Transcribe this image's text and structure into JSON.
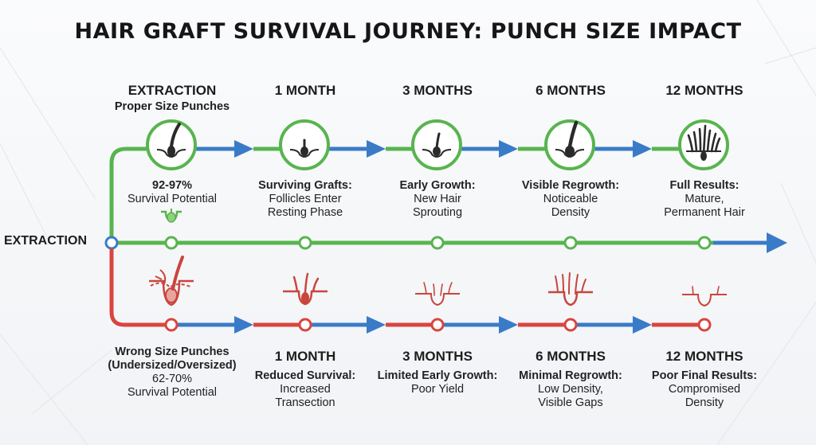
{
  "title": "HAIR GRAFT SURVIVAL JOURNEY: PUNCH SIZE IMPACT",
  "start_label": "EXTRACTION",
  "proper": {
    "stages": [
      {
        "header": "EXTRACTION",
        "subheader": "Proper Size Punches",
        "heading": "92-97%",
        "detail": [
          "Survival Potential"
        ]
      },
      {
        "header": "1 MONTH",
        "heading": "Surviving Grafts:",
        "detail": [
          "Follicles Enter",
          "Resting Phase"
        ]
      },
      {
        "header": "3 MONTHS",
        "heading": "Early Growth:",
        "detail": [
          "New Hair",
          "Sprouting"
        ]
      },
      {
        "header": "6 MONTHS",
        "heading": "Visible Regrowth:",
        "detail": [
          "Noticeable",
          "Density"
        ]
      },
      {
        "header": "12 MONTHS",
        "heading": "Full Results:",
        "detail": [
          "Mature,",
          "Permanent Hair"
        ]
      }
    ]
  },
  "wrong": {
    "stages": [
      {
        "heading": [
          "Wrong Size Punches",
          "(Undersized/Oversized)"
        ],
        "detail": [
          "62-70%",
          "Survival Potential"
        ]
      },
      {
        "header": "1 MONTH",
        "heading": "Reduced Survival:",
        "detail": [
          "Increased",
          "Transection"
        ]
      },
      {
        "header": "3 MONTHS",
        "heading": "Limited Early Growth:",
        "detail": [
          "Poor Yield"
        ]
      },
      {
        "header": "6 MONTHS",
        "heading": "Minimal Regrowth:",
        "detail": [
          "Low Density,",
          "Visible Gaps"
        ]
      },
      {
        "header": "12 MONTHS",
        "heading": "Poor Final Results:",
        "detail": [
          "Compromised",
          "Density"
        ]
      }
    ]
  },
  "colors": {
    "proper_green": "#58b44f",
    "flow_blue": "#3a7bc8",
    "wrong_red": "#d9453e",
    "follicle_dark": "#2a2a2a",
    "red_follicle": "#c8463d"
  },
  "icons": {
    "proper": "follicle-in-circle-icon",
    "wrong": "damaged-follicle-icon",
    "small_graft": "small-green-graft-icon"
  }
}
